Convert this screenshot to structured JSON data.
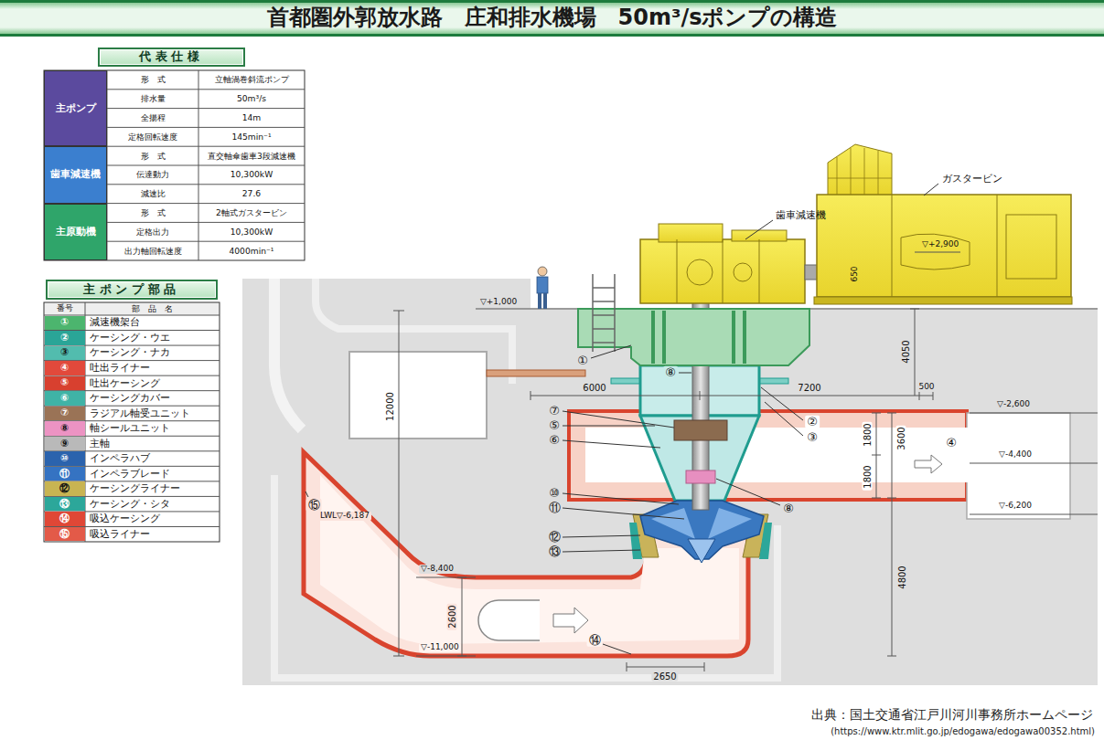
{
  "diagram": {
    "title": "首都圏外郭放水路　庄和排水機場　50m³/sポンプの構造",
    "caption": "出典：国土交通省江戸川河川事務所ホームページ",
    "nodes": [
      {
        "text": [
          "代表仕様"
        ]
      },
      {
        "text": [
          "主ポンプ"
        ]
      },
      {
        "text": [
          "歯車減速機"
        ]
      },
      {
        "text": [
          "主原動機"
        ]
      },
      {
        "text": [
          "主ポンプ部品"
        ]
      }
    ],
    "labels": [
      "形　式",
      "立軸渦巻斜流ポンプ",
      "排水量",
      "50m³/s",
      "全揚程",
      "14m",
      "定格回転速度",
      "145min⁻¹",
      "形　式",
      "直交軸傘歯車3段減速機",
      "伝達動力",
      "10,300kW",
      "減速比",
      "27.6",
      "形　式",
      "2軸式ガスタービン",
      "定格出力",
      "10,300kW",
      "出力軸回転速度",
      "4000min⁻¹",
      "番号",
      "部　品　名",
      "①",
      "②",
      "③",
      "④",
      "⑤",
      "⑥",
      "⑦",
      "⑧",
      "⑨",
      "⑩",
      "⑪",
      "⑫",
      "⑬",
      "⑭",
      "⑮",
      "歯車減速機",
      "ガスタービン",
      "▽+2,900",
      "650",
      "▽+1,000",
      "12000",
      "6000",
      "7200",
      "500",
      "4050",
      "▽-2,600",
      "1800",
      "1800",
      "3600",
      "▽-4,400",
      "▽-6,200",
      "4800",
      "LWL▽-6,187",
      "▽-8,400",
      "2600",
      "▽-11,000",
      "2650",
      "①",
      "②",
      "③",
      "④",
      "⑤",
      "⑥",
      "⑦",
      "⑧",
      "⑧",
      "⑩",
      "⑪",
      "⑫",
      "⑬",
      "⑭",
      "⑮",
      "(https://www.ktr.mlit.go.jp/edogawa/edogawa00352.html)"
    ],
    "legend": [
      {
        "text": "減速機架台",
        "color": "#4cb56e"
      },
      {
        "text": "ケーシング・ウエ",
        "color": "#2aa597"
      },
      {
        "text": "ケーシング・ナカ",
        "color": "#52bcae"
      },
      {
        "text": "吐出ライナー",
        "color": "#e2493b"
      },
      {
        "text": "吐出ケーシング",
        "color": "#d8402f"
      },
      {
        "text": "ケーシングカバー",
        "color": "#3fb3a6"
      },
      {
        "text": "ラジアル軸受ユニット",
        "color": "#9a7356"
      },
      {
        "text": "軸シールユニット",
        "color": "#ec93c3"
      },
      {
        "text": "主軸",
        "color": "#b9b9b9"
      },
      {
        "text": "インペラハブ",
        "color": "#2b63ad"
      },
      {
        "text": "インペラブレード",
        "color": "#3573c2"
      },
      {
        "text": "ケーシングライナー",
        "color": "#c8b452"
      },
      {
        "text": "ケーシング・シタ",
        "color": "#2ca79a"
      },
      {
        "text": "吸込ケーシング",
        "color": "#e04736"
      },
      {
        "text": "吸込ライナー",
        "color": "#e35a48"
      }
    ]
  }
}
